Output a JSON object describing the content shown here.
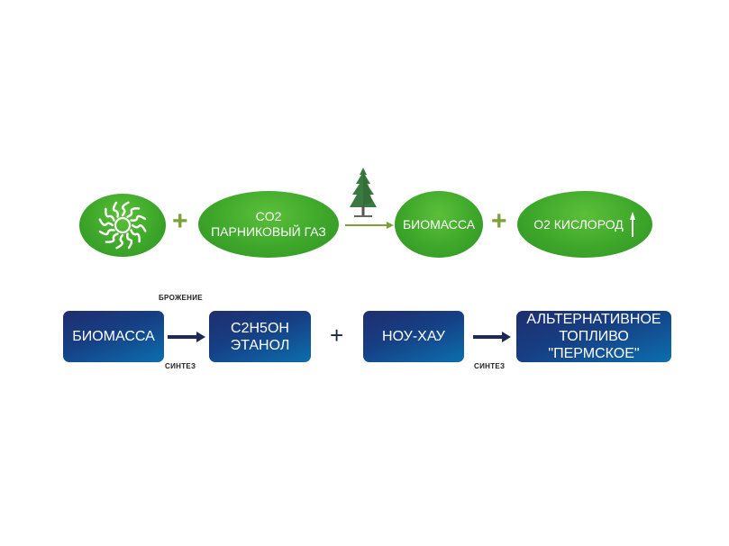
{
  "top_row": {
    "sun_icon": "sun-icon",
    "co2": {
      "line1": "CO2",
      "line2": "ПАРНИКОВЫЙ ГАЗ"
    },
    "plus1": "+",
    "tree_icon": "tree-icon",
    "biomass": "БИОМАССА",
    "plus2": "+",
    "o2": "O2 КИСЛОРОД",
    "o2_arrow_icon": "up-arrow-icon",
    "color": "#3ea72a"
  },
  "bottom_row": {
    "biomass": "БИОМАССА",
    "label_top": "БРОЖЕНИЕ",
    "label_bottom1": "СИНТЕЗ",
    "ethanol": {
      "line1": "C2H5OH",
      "line2": "ЭТАНОЛ"
    },
    "plus": "+",
    "knowhow": "НОУ-ХАУ",
    "label_bottom2": "СИНТЕЗ",
    "fuel": {
      "line1": "АЛЬТЕРНАТИВНОЕ",
      "line2": "ТОПЛИВО",
      "line3": "\"ПЕРМСКОЕ\""
    },
    "color": "#163f84"
  }
}
